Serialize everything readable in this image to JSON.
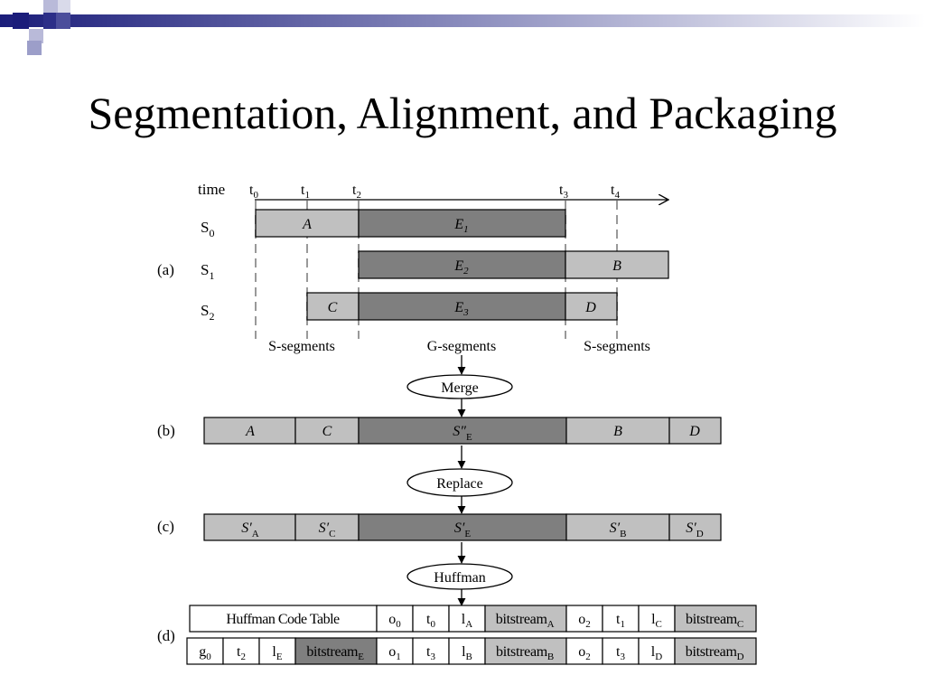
{
  "slide": {
    "title": "Segmentation, Alignment, and Packaging"
  },
  "diagram": {
    "time_label": "time",
    "ticks": [
      {
        "base": "t",
        "sub": "0"
      },
      {
        "base": "t",
        "sub": "1"
      },
      {
        "base": "t",
        "sub": "2"
      },
      {
        "base": "t",
        "sub": "3"
      },
      {
        "base": "t",
        "sub": "4"
      }
    ],
    "panels": {
      "a": "(a)",
      "b": "(b)",
      "c": "(c)",
      "d": "(d)"
    },
    "streams": [
      {
        "base": "S",
        "sub": "0"
      },
      {
        "base": "S",
        "sub": "1"
      },
      {
        "base": "S",
        "sub": "2"
      }
    ],
    "row_a0": {
      "seg_a": "A",
      "e1_base": "E",
      "e1_sub": "1"
    },
    "row_a1": {
      "e2_base": "E",
      "e2_sub": "2",
      "seg_b": "B"
    },
    "row_a2": {
      "seg_c": "C",
      "e3_base": "E",
      "e3_sub": "3",
      "seg_d": "D"
    },
    "segment_labels": {
      "s_left": "S-segments",
      "g": "G-segments",
      "s_right": "S-segments"
    },
    "ops": {
      "merge": "Merge",
      "replace": "Replace",
      "huffman": "Huffman"
    },
    "row_b": {
      "a": "A",
      "c": "C",
      "se_base": "S″",
      "se_sub": "E",
      "b": "B",
      "d": "D"
    },
    "row_c": {
      "sa_base": "S′",
      "sa_sub": "A",
      "sc_base": "S′",
      "sc_sub": "C",
      "se_base": "S′",
      "se_sub": "E",
      "sb_base": "S′",
      "sb_sub": "B",
      "sd_base": "S′",
      "sd_sub": "D"
    },
    "row_d1": {
      "code_table": "Huffman Code Table",
      "o0": {
        "base": "o",
        "sub": "0"
      },
      "t0": {
        "base": "t",
        "sub": "0"
      },
      "la": {
        "base": "l",
        "sub": "A"
      },
      "bsa": {
        "base": "bitstream",
        "sub": "A"
      },
      "o2": {
        "base": "o",
        "sub": "2"
      },
      "t1": {
        "base": "t",
        "sub": "1"
      },
      "lc": {
        "base": "l",
        "sub": "C"
      },
      "bsc": {
        "base": "bitstream",
        "sub": "C"
      }
    },
    "row_d2": {
      "g0": {
        "base": "g",
        "sub": "0"
      },
      "t2": {
        "base": "t",
        "sub": "2"
      },
      "le": {
        "base": "l",
        "sub": "E"
      },
      "bse": {
        "base": "bitstream",
        "sub": "E"
      },
      "o1": {
        "base": "o",
        "sub": "1"
      },
      "t3": {
        "base": "t",
        "sub": "3"
      },
      "lb": {
        "base": "l",
        "sub": "B"
      },
      "bsb": {
        "base": "bitstream",
        "sub": "B"
      },
      "o2": {
        "base": "o",
        "sub": "2"
      },
      "t3b": {
        "base": "t",
        "sub": "3"
      },
      "ld": {
        "base": "l",
        "sub": "D"
      },
      "bsd": {
        "base": "bitstream",
        "sub": "D"
      }
    }
  }
}
